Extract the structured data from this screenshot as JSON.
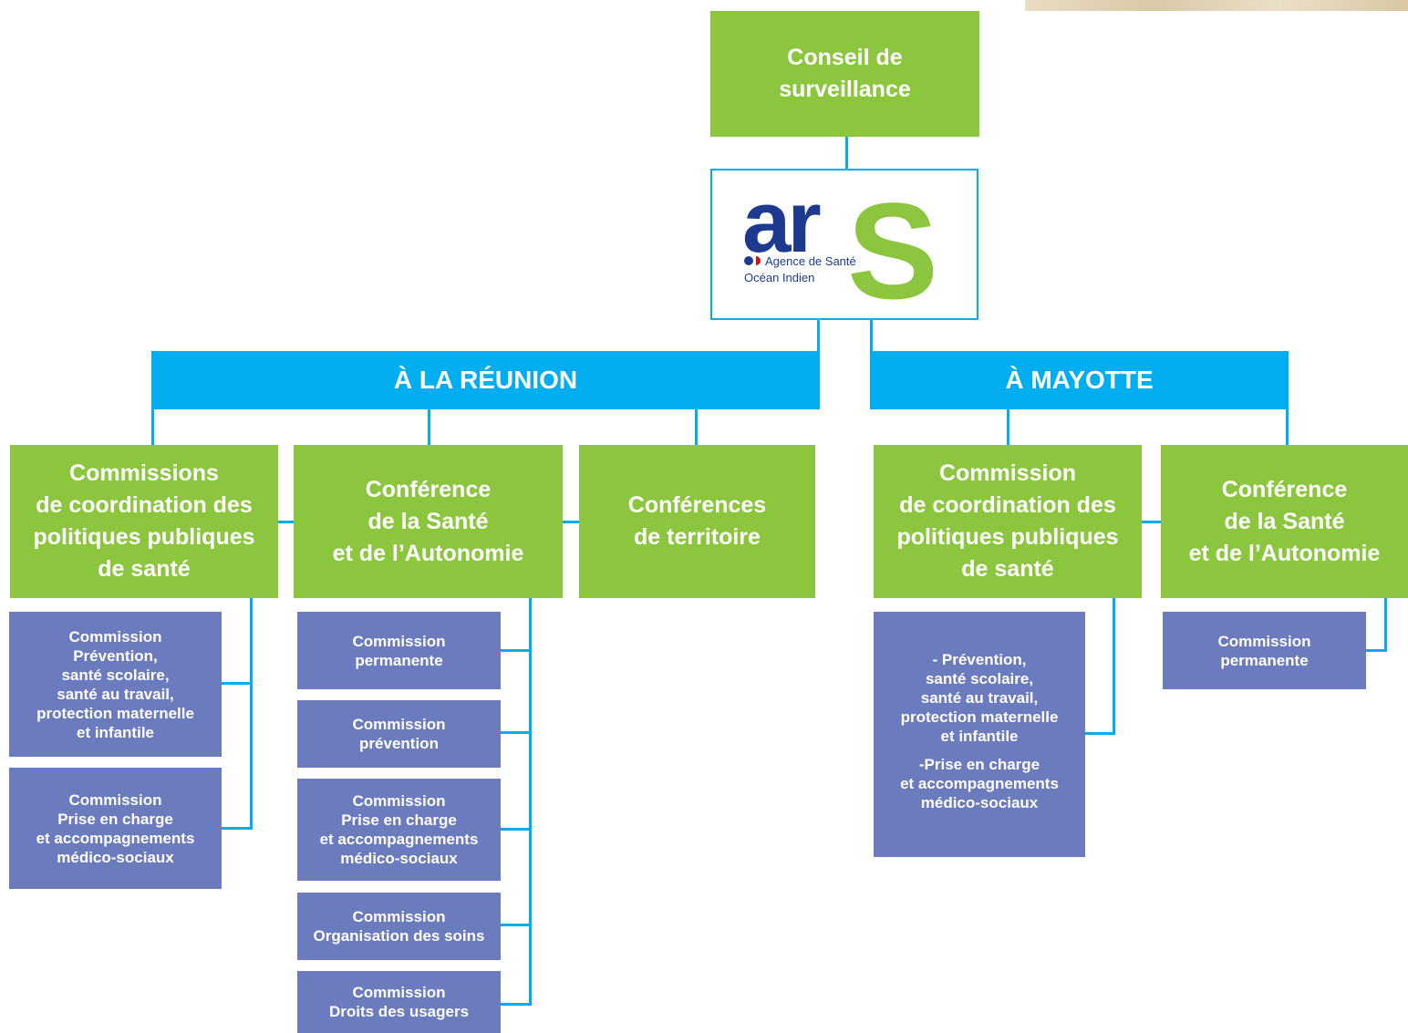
{
  "top": {
    "label": "Conseil de\nsurveillance"
  },
  "logo": {
    "letters_ar": "ar",
    "letter_s": "S",
    "line1": "Agence de Santé",
    "line2": "Océan Indien",
    "colors": {
      "navy": "#1d3a8f",
      "green": "#8cc63f",
      "red": "#e30613"
    }
  },
  "regions": {
    "reunion": "À LA RÉUNION",
    "mayotte": "À MAYOTTE"
  },
  "reunion": {
    "coordination": {
      "label": "Commissions\nde coordination des\npolitiques publiques\nde santé",
      "children": [
        "Commission\nPrévention,\nsanté scolaire,\nsanté au travail,\nprotection maternelle\net infantile",
        "Commission\nPrise en charge\net accompagnements\nmédico-sociaux"
      ]
    },
    "conference": {
      "label": "Conférence\nde la Santé\net de l’Autonomie",
      "children": [
        "Commission\npermanente",
        "Commission\nprévention",
        "Commission\nPrise en charge\net accompagnements\nmédico-sociaux",
        "Commission\nOrganisation des soins",
        "Commission\nDroits des usagers"
      ]
    },
    "territoire": {
      "label": "Conférences\nde territoire"
    }
  },
  "mayotte": {
    "coordination": {
      "label": "Commission\nde coordination des\npolitiques publiques\nde santé",
      "child_part1": "- Prévention,\nsanté scolaire,\nsanté au travail,\nprotection maternelle\net infantile",
      "child_part2": "-Prise en charge\net accompagnements\nmédico-sociaux"
    },
    "conference": {
      "label": "Conférence\nde la Santé\net de l’Autonomie",
      "children": [
        "Commission\npermanente"
      ]
    }
  },
  "colors": {
    "green": "#8cc63f",
    "blue": "#00aeef",
    "purple": "#6b7bbd"
  }
}
